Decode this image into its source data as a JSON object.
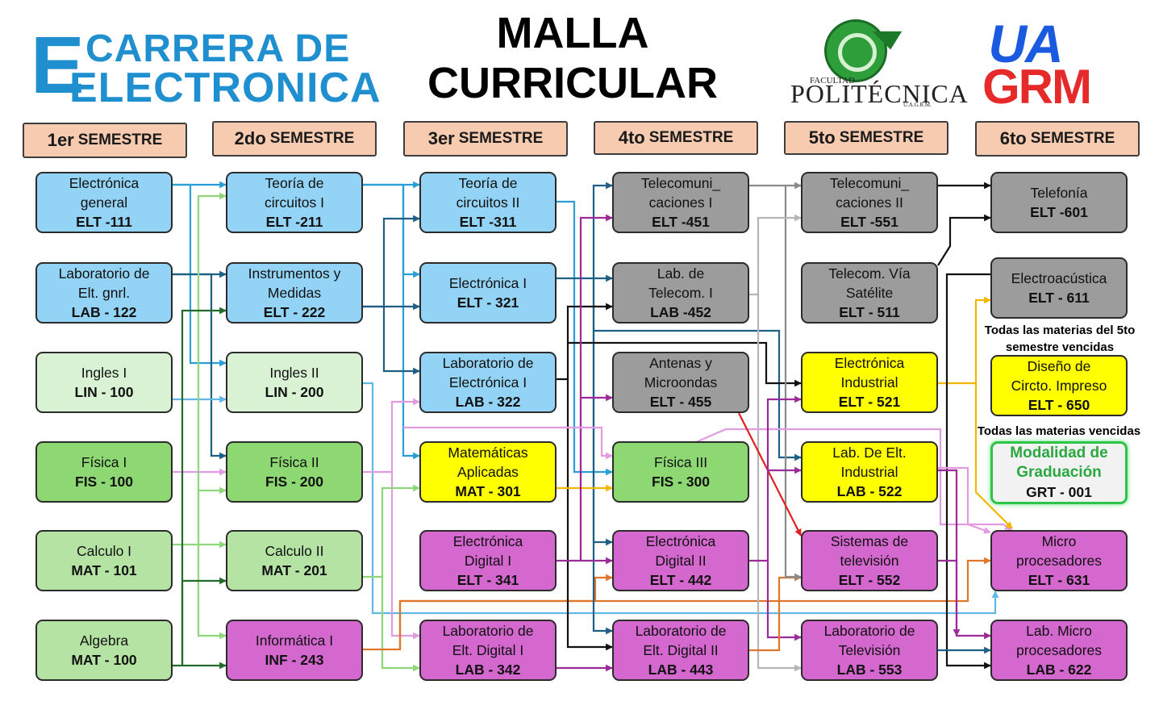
{
  "header": {
    "carrera_logo": {
      "line1": "CARRERA DE",
      "line2": "ELECTRONICA"
    },
    "title_line1": "MALLA",
    "title_line2": "CURRICULAR",
    "poli_logo": {
      "facultad": "FACULTAD",
      "name": "POLITÉCNICA",
      "sub": "U.A.G.R.M."
    },
    "uagrm_logo": {
      "ua": "UA",
      "grm": "GRM"
    }
  },
  "semesters": [
    {
      "num": "1er",
      "word": "SEMESTRE"
    },
    {
      "num": "2do",
      "word": "SEMESTRE"
    },
    {
      "num": "3er",
      "word": "SEMESTRE"
    },
    {
      "num": "4to",
      "word": "SEMESTRE"
    },
    {
      "num": "5to",
      "word": "SEMESTRE"
    },
    {
      "num": "6to",
      "word": "SEMESTRE"
    }
  ],
  "courses": {
    "elt111": {
      "name": "Electrónica\ngeneral",
      "code": "ELT -111"
    },
    "lab122": {
      "name": "Laboratorio de\nElt. gnrl.",
      "code": "LAB - 122"
    },
    "lin100": {
      "name": "Ingles I",
      "code": "LIN - 100"
    },
    "fis100": {
      "name": "Física I",
      "code": "FIS - 100"
    },
    "mat101": {
      "name": "Calculo I",
      "code": "MAT - 101"
    },
    "mat100": {
      "name": "Algebra",
      "code": "MAT - 100"
    },
    "elt211": {
      "name": "Teoría de\ncircuitos I",
      "code": "ELT -211"
    },
    "elt222": {
      "name": "Instrumentos y\nMedidas",
      "code": "ELT - 222"
    },
    "lin200": {
      "name": "Ingles II",
      "code": "LIN - 200"
    },
    "fis200": {
      "name": "Física II",
      "code": "FIS - 200"
    },
    "mat201": {
      "name": "Calculo II",
      "code": "MAT - 201"
    },
    "inf243": {
      "name": "Informática I",
      "code": "INF - 243"
    },
    "elt311": {
      "name": "Teoría de\ncircuitos II",
      "code": "ELT -311"
    },
    "elt321": {
      "name": "Electrónica I",
      "code": "ELT - 321"
    },
    "lab322": {
      "name": "Laboratorio de\nElectrónica I",
      "code": "LAB - 322"
    },
    "mat301": {
      "name": "Matemáticas\nAplicadas",
      "code": "MAT - 301"
    },
    "elt341": {
      "name": "Electrónica\nDigital I",
      "code": "ELT - 341"
    },
    "lab342": {
      "name": "Laboratorio de\nElt. Digital  I",
      "code": "LAB - 342"
    },
    "elt451": {
      "name": "Telecomuni_\ncaciones I",
      "code": "ELT -451"
    },
    "lab452": {
      "name": "Lab. de\nTelecom. I",
      "code": "LAB -452"
    },
    "elt455": {
      "name": "Antenas y\nMicroondas",
      "code": "ELT - 455"
    },
    "fis300": {
      "name": "Física III",
      "code": "FIS - 300"
    },
    "elt442": {
      "name": "Electrónica\nDigital II",
      "code": "ELT - 442"
    },
    "lab443": {
      "name": "Laboratorio de\nElt. Digital  II",
      "code": "LAB - 443"
    },
    "elt551": {
      "name": "Telecomuni_\ncaciones II",
      "code": "ELT -551"
    },
    "elt511": {
      "name": "Telecom. Vía\nSatélite",
      "code": "ELT - 511"
    },
    "elt521": {
      "name": "Electrónica\nIndustrial",
      "code": "ELT - 521"
    },
    "lab522": {
      "name": "Lab. De Elt.\nIndustrial",
      "code": "LAB - 522"
    },
    "elt552": {
      "name": "Sistemas de\ntelevisión",
      "code": "ELT - 552"
    },
    "lab553": {
      "name": "Laboratorio de\nTelevisión",
      "code": "LAB - 553"
    },
    "elt601": {
      "name": "Telefonía",
      "code": "ELT -601"
    },
    "elt611": {
      "name": "Electroacústica",
      "code": "ELT - 611"
    },
    "elt650": {
      "name": "Diseño de\nCircto. Impreso",
      "code": "ELT - 650"
    },
    "grt001": {
      "name": "Modalidad de\nGraduación",
      "code": "GRT - 001"
    },
    "elt631": {
      "name": "Micro\nprocesadores",
      "code": "ELT - 631"
    },
    "lab622": {
      "name": "Lab. Micro\nprocesadores",
      "code": "LAB - 622"
    }
  },
  "notes": {
    "fifth_semester": "Todas las materias del 5to\nsemestre  vencidas",
    "all_courses": "Todas las materias vencidas"
  },
  "colors": {
    "light_blue": "#93d3f5",
    "pale_green": "#d9f2d3",
    "green": "#8ed873",
    "light_green": "#b4e3a4",
    "magenta": "#d468cf",
    "gray": "#9c9c9c",
    "yellow": "#ffff00",
    "semester_header": "#f7cbb0"
  }
}
